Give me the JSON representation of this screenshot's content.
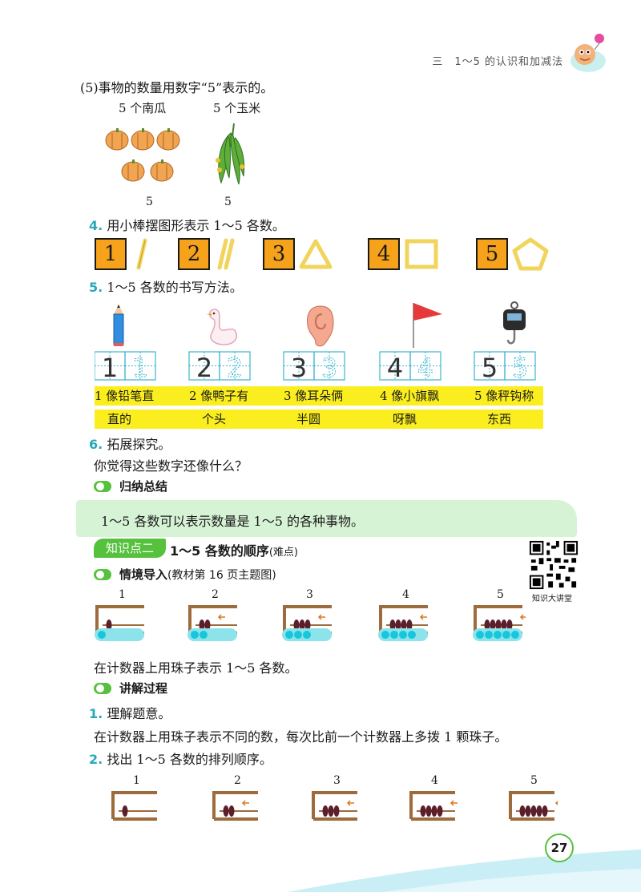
{
  "header": {
    "chapter": "三　1～5 的认识和加减法"
  },
  "sec5": {
    "line": "(5)事物的数量用数字“5”表示的。",
    "label_pumpkin": "5 个南瓜",
    "label_corn": "5 个玉米",
    "num_pumpkin": "5",
    "num_corn": "5"
  },
  "item4": {
    "num": "4.",
    "text": "用小棒摆图形表示 1～5 各数。",
    "digits": [
      "1",
      "2",
      "3",
      "4",
      "5"
    ]
  },
  "item5": {
    "num": "5.",
    "text": "1～5 各数的书写方法。",
    "digits": [
      "1",
      "2",
      "3",
      "4",
      "5"
    ],
    "row1": [
      "1 像铅笔直",
      "2 像鸭子有",
      "3 像耳朵俩",
      "4 像小旗飘",
      "5 像秤钩称"
    ],
    "row2": [
      "直的",
      "个头",
      "半圆",
      "呀飘",
      "东西"
    ]
  },
  "item6": {
    "num": "6.",
    "text": "拓展探究。",
    "question": "你觉得这些数字还像什么？"
  },
  "summary": {
    "label": "归纳总结",
    "text": "1～5 各数可以表示数量是 1～5 的各种事物。"
  },
  "kp2": {
    "badge": "知识点二",
    "title": "1～5 各数的顺序",
    "level": "(难点)",
    "qr_caption": "知识大讲堂"
  },
  "intro": {
    "label": "情境导入",
    "ref": "(教材第 16 页主题图)",
    "abacus_labels": [
      "1",
      "2",
      "3",
      "4",
      "5"
    ],
    "caption": "在计数器上用珠子表示 1～5 各数。"
  },
  "process": {
    "label": "讲解过程",
    "s1_num": "1.",
    "s1_text": "理解题意。",
    "s1_desc": "在计数器上用珠子表示不同的数，每次比前一个计数器上多拨 1 颗珠子。",
    "s2_num": "2.",
    "s2_text": "找出 1～5 各数的排列顺序。",
    "abacus_labels": [
      "1",
      "2",
      "3",
      "4",
      "5"
    ]
  },
  "page_number": "27"
}
